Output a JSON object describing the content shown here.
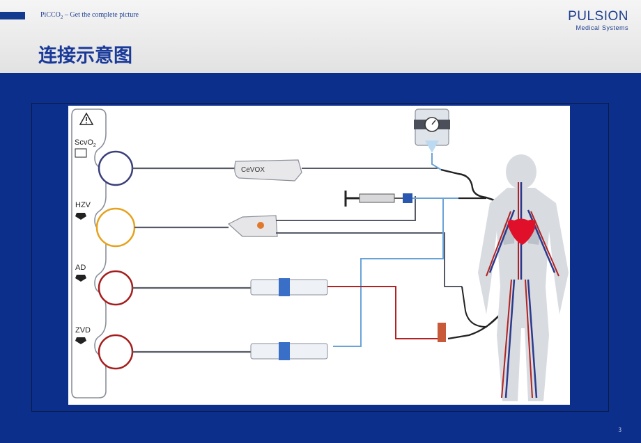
{
  "header": {
    "tagline_prefix": "PiCCO",
    "tagline_sub": "2",
    "tagline_suffix": " – Get the complete picture",
    "logo_main": "PULSION",
    "logo_sub": "Medical Systems"
  },
  "slide": {
    "title": "连接示意图",
    "page_number": "3"
  },
  "diagram": {
    "labels": {
      "scvo2_prefix": "ScvO",
      "scvo2_sub": "2",
      "hzv": "HZV",
      "ad": "AD",
      "zvd": "ZVD",
      "cevox": "CeVOX"
    },
    "ports": [
      {
        "id": "scvo2",
        "color": "#3a3e7a"
      },
      {
        "id": "hzv",
        "color": "#e6a21c"
      },
      {
        "id": "ad",
        "color": "#a51c1c"
      },
      {
        "id": "zvd",
        "color": "#a51c1c"
      }
    ],
    "colors": {
      "arterial": "#b22222",
      "venous": "#2b3a8c",
      "infusion": "#6aa3d8",
      "cable": "#555a66",
      "heart": "#e0102a"
    }
  }
}
